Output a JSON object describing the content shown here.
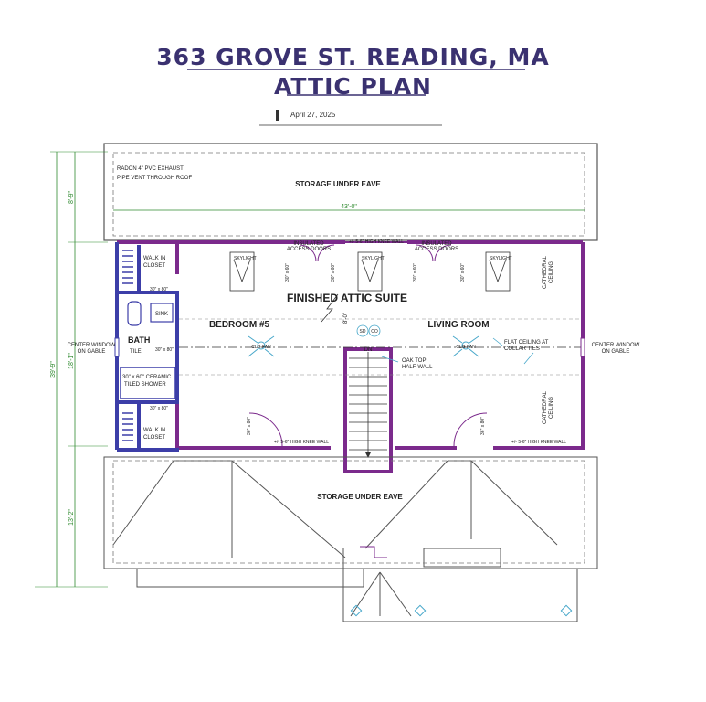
{
  "plan": {
    "title_line1": "363 GROVE ST. READING, MA",
    "title_line2": "ATTIC PLAN",
    "date": "April 27, 2025"
  },
  "labels": {
    "radon_1": "RADON 4\" PVC EXHAUST",
    "radon_2": "PIPE VENT THROUGH ROOF",
    "storage_top": "STORAGE UNDER EAVE",
    "width_dim": "43'-0\"",
    "knee_wall_top": "+/- 5-6\" HIGH KNEE WALL",
    "insulated_1a": "INSULATED",
    "insulated_1b": "ACCESS DOORS",
    "insulated_2a": "INSULATED",
    "insulated_2b": "ACCESS DOORS",
    "skylight_1": "SKYLIGHT",
    "skylight_2": "SKYLIGHT",
    "skylight_3": "SKYLIGHT",
    "door_30x60_1": "30\" x 60\"",
    "door_30x60_2": "30\" x 60\"",
    "door_30x60_3": "30\" x 60\"",
    "door_30x60_4": "30\" x 60\"",
    "walk_in_1a": "WALK IN",
    "walk_in_1b": "CLOSET",
    "walk_in_2a": "WALK IN",
    "walk_in_2b": "CLOSET",
    "closet_30x80_1": "30\" x 80\"",
    "closet_30x80_2": "30\" x 80\"",
    "sink": "SINK",
    "bath": "BATH",
    "tile": "TILE",
    "bath_door": "30\" x 80\"",
    "shower_1": "30\" x 60\" CERAMIC",
    "shower_2": "TILED SHOWER",
    "finished_suite": "FINISHED ATTIC SUITE",
    "bedroom": "BEDROOM #5",
    "living_room": "LIVING ROOM",
    "clg_fan_1": "CLG FAN",
    "clg_fan_2": "CLG FAN",
    "sd": "SD",
    "co": "CO",
    "stair_dn": "DN",
    "stair_height": "8'-0\"",
    "oak_top_1": "OAK TOP",
    "oak_top_2": "HALF-WALL",
    "flat_ceiling_1": "FLAT CEILING AT",
    "flat_ceiling_2": "COLLAR TIES",
    "cathedral_1a": "CATHEDRAL",
    "cathedral_1b": "CEILING",
    "cathedral_2a": "CATHEDRAL",
    "cathedral_2b": "CEILING",
    "center_window_left_1": "CENTER WINDOW",
    "center_window_left_2": "ON GABLE",
    "center_window_right_1": "CENTER WINDOW",
    "center_window_right_2": "ON GABLE",
    "door_36x80_1": "36\" x 80\"",
    "door_36x80_2": "36\" x 80\"",
    "knee_wall_left": "+/- 5-6\" HIGH KNEE WALL",
    "knee_wall_right": "+/- 5-6\" HIGH KNEE WALL",
    "storage_bottom": "STORAGE UNDER EAVE",
    "dim_top": "8'-9\"",
    "dim_middle": "18'-1\"",
    "dim_total": "39'-9\"",
    "dim_bottom": "13'-2\""
  },
  "colors": {
    "wall_purple": "#7b2a8c",
    "wall_blue": "#3c3ea8",
    "dimension_green": "#2f8a2f",
    "title": "#3a3170",
    "fan_cyan": "#45a6c9"
  }
}
